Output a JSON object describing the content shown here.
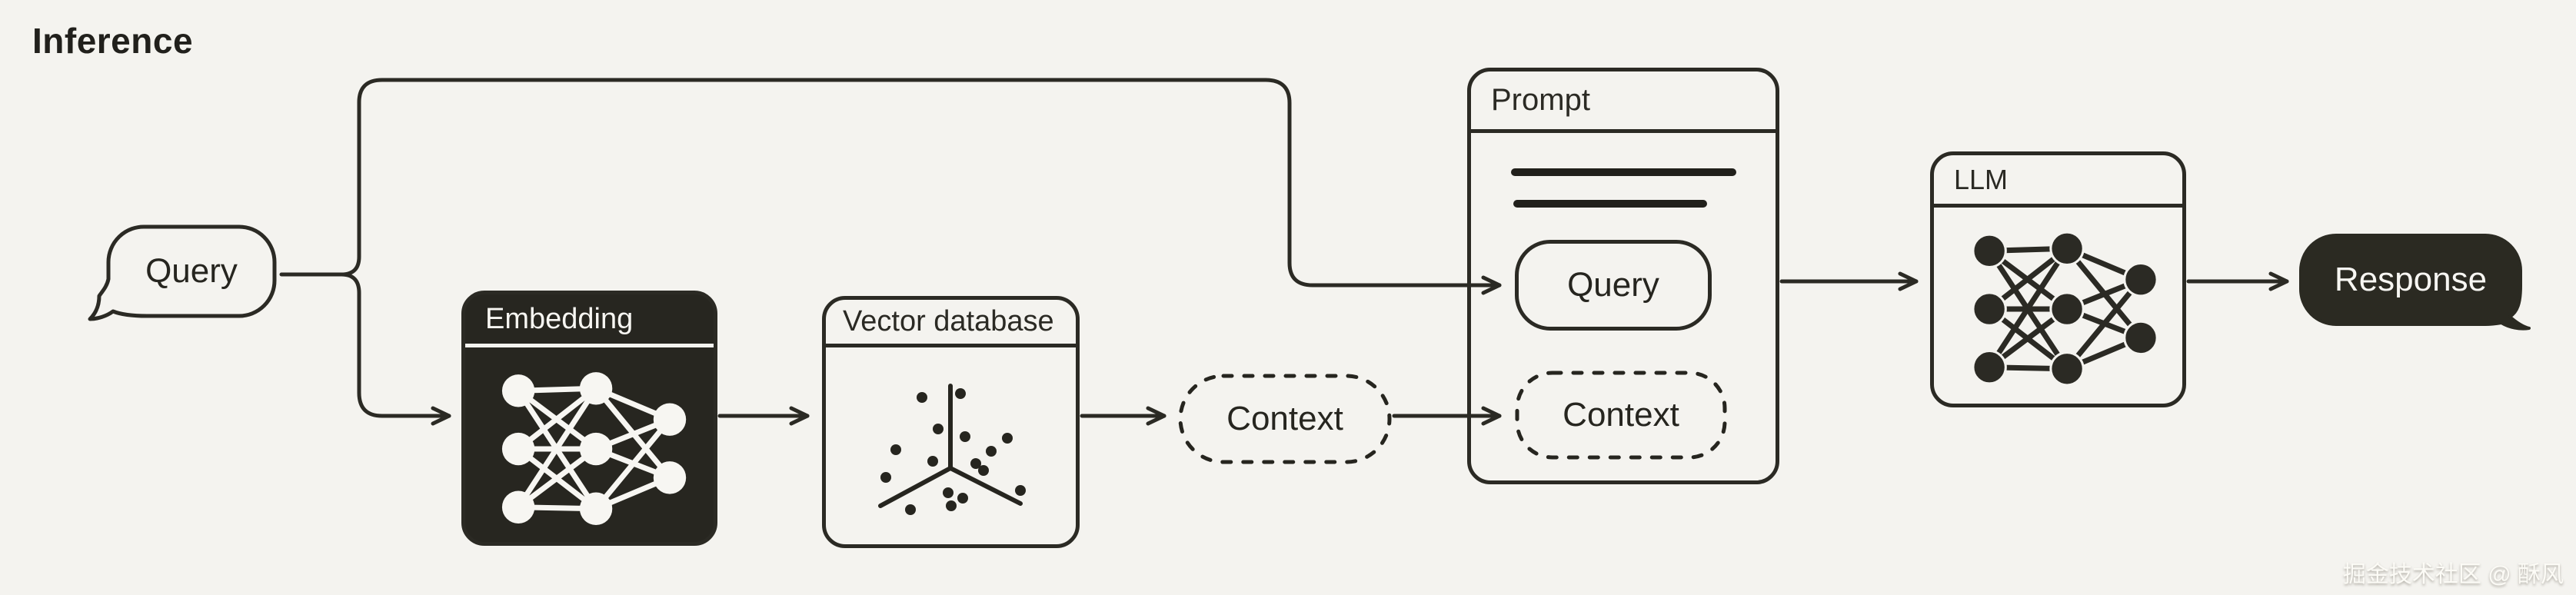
{
  "page": {
    "title": "Inference"
  },
  "colors": {
    "background": "#f4f3ef",
    "ink": "#2b2a24",
    "dark_fill": "#272620",
    "light_text": "#f7f6f2"
  },
  "nodes": {
    "query": {
      "label": "Query"
    },
    "embedding": {
      "title": "Embedding"
    },
    "vector_database": {
      "title": "Vector database"
    },
    "context": {
      "label": "Context"
    },
    "prompt": {
      "title": "Prompt",
      "query_label": "Query",
      "context_label": "Context"
    },
    "llm": {
      "title": "LLM"
    },
    "response": {
      "label": "Response"
    }
  },
  "icons": {
    "query": "chat-bubble-left-tail-icon",
    "embedding": "neural-network-icon",
    "vector_database": "axes-scatter-icon",
    "prompt_lines": "text-lines-icon",
    "llm": "neural-network-icon",
    "response": "chat-bubble-right-tail-icon",
    "arrows": "arrow-right-icon"
  },
  "watermark": {
    "text": "掘金技术社区 @ 酥风"
  }
}
